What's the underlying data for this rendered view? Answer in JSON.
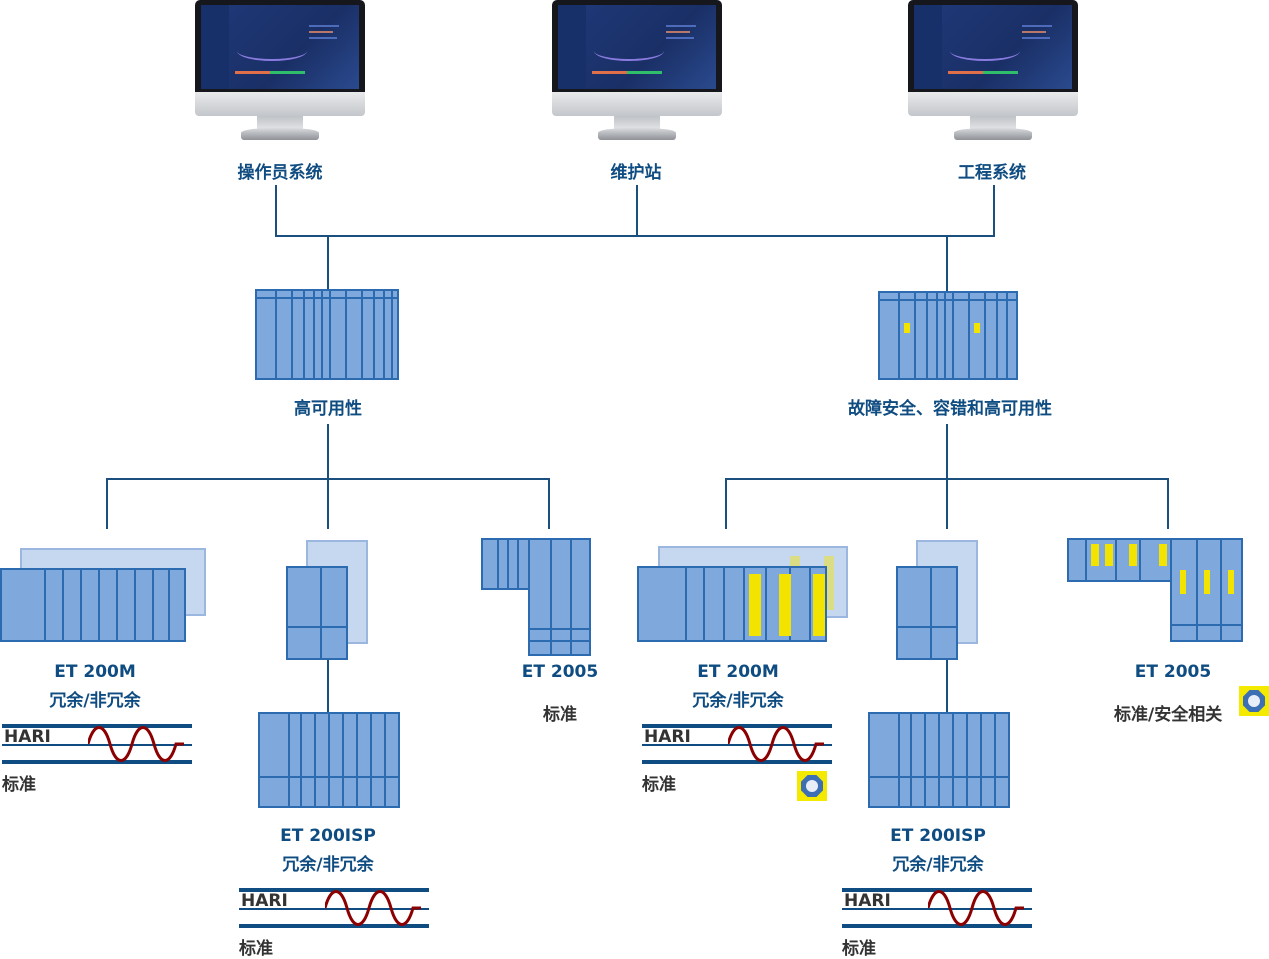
{
  "workstations": [
    {
      "label": "操作员系统",
      "icon": "monitor-icon"
    },
    {
      "label": "维护站",
      "icon": "monitor-icon"
    },
    {
      "label": "工程系统",
      "icon": "monitor-icon"
    }
  ],
  "controllers": [
    {
      "label": "高可用性",
      "icon": "redundant-controller-icon"
    },
    {
      "label": "故障安全、容错和高可用性",
      "icon": "failsafe-controller-icon"
    }
  ],
  "io_systems": [
    {
      "name": "ET 200M",
      "sub": "冗余/非冗余",
      "hari": "HARI",
      "hari_note": "标准",
      "tuv": false
    },
    {
      "name": "ET 200ISP",
      "sub": "冗余/非冗余",
      "hari": "HARI",
      "hari_note": "标准",
      "tuv": false
    },
    {
      "name": "ET 2005",
      "sub": "标准",
      "tuv": false
    },
    {
      "name": "ET 200M",
      "sub": "冗余/非冗余",
      "hari": "HARI",
      "hari_note": "标准",
      "tuv": true
    },
    {
      "name": "ET 200ISP",
      "sub": "冗余/非冗余",
      "hari": "HARI",
      "hari_note": "标准",
      "tuv": false
    },
    {
      "name": "ET 2005",
      "sub": "标准/安全相关",
      "tuv": true
    }
  ],
  "colors": {
    "line": "#1b4f7d",
    "label": "#0f4c81",
    "module": "#7fa8dc",
    "safety": "#f2e400",
    "wave": "#8b0000"
  }
}
